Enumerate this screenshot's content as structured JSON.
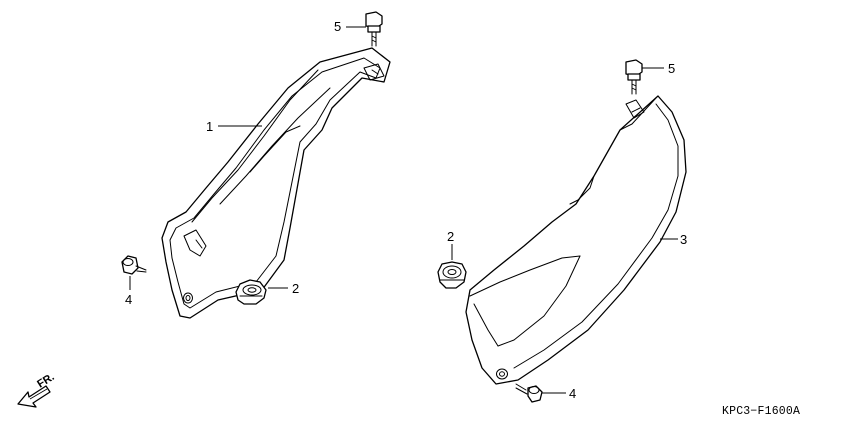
{
  "diagram": {
    "callouts": {
      "left_cover": "1",
      "grommet_left": "2",
      "grommet_right": "2",
      "right_cover": "3",
      "screw_left": "4",
      "screw_right": "4",
      "bolt_left": "5",
      "bolt_right": "5"
    },
    "direction_label": "FR.",
    "figure_code": "KPC3−F1600A"
  }
}
